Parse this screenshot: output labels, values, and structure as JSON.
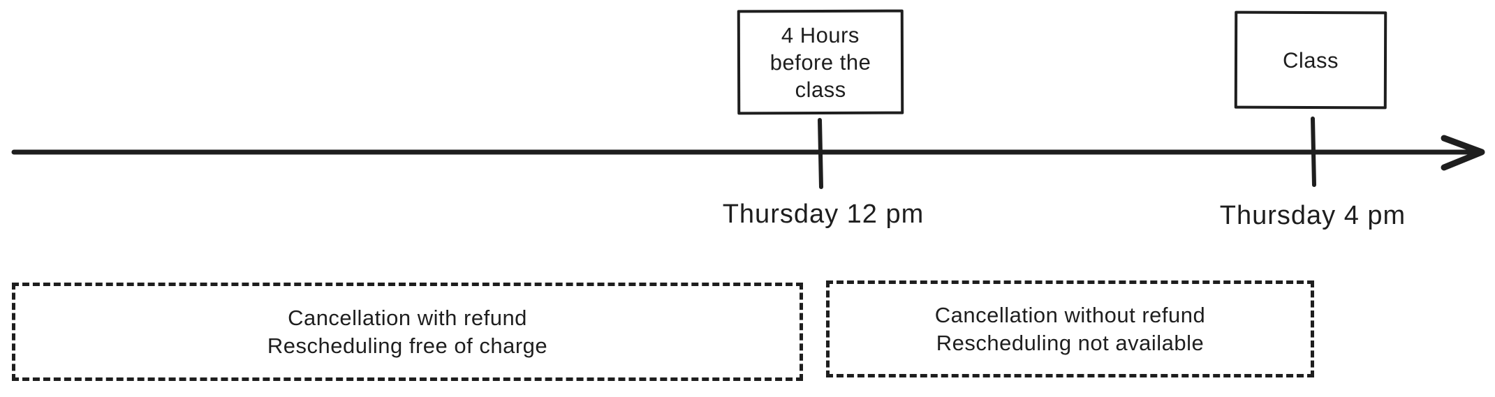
{
  "diagram": {
    "background": "#ffffff",
    "stroke_color": "#1e1e1e",
    "milestone_boxes": [
      {
        "label": "4 Hours\nbefore the\nclass"
      },
      {
        "label": "Class"
      }
    ],
    "time_labels": [
      {
        "text": "Thursday 12 pm"
      },
      {
        "text": "Thursday 4 pm"
      }
    ],
    "policy_boxes": [
      {
        "text": "Cancellation with refund\nRescheduling free of charge"
      },
      {
        "text": "Cancellation without refund\nRescheduling not available"
      }
    ]
  }
}
